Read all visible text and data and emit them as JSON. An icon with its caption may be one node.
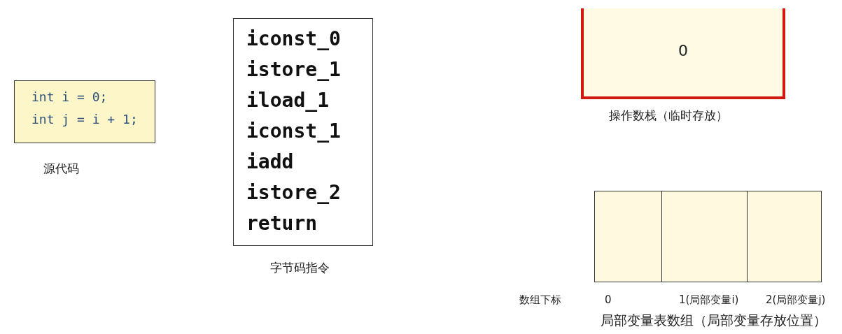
{
  "diagram": {
    "nodes": [
      {
        "text": [
          "int i = 0;",
          "int j = i + 1;"
        ],
        "beside": [
          "源代码"
        ]
      },
      {
        "text": [
          "iconst_0",
          "istore_1",
          "iload_1",
          "iconst_1",
          "iadd",
          "istore_2",
          "return"
        ],
        "beside": [
          "字节码指令"
        ]
      },
      {
        "text": [
          "0"
        ],
        "beside": [
          "操作数栈（临时存放）"
        ]
      },
      {
        "text": [],
        "shape": "box"
      },
      {
        "text": [],
        "shape": "box"
      },
      {
        "text": [],
        "shape": "box"
      }
    ],
    "edges": [],
    "labels": [
      "数组下标",
      "0",
      "1(局部变量i)",
      "2(局部变量j)",
      "局部变量表数组（局部变量存放位置）"
    ]
  }
}
